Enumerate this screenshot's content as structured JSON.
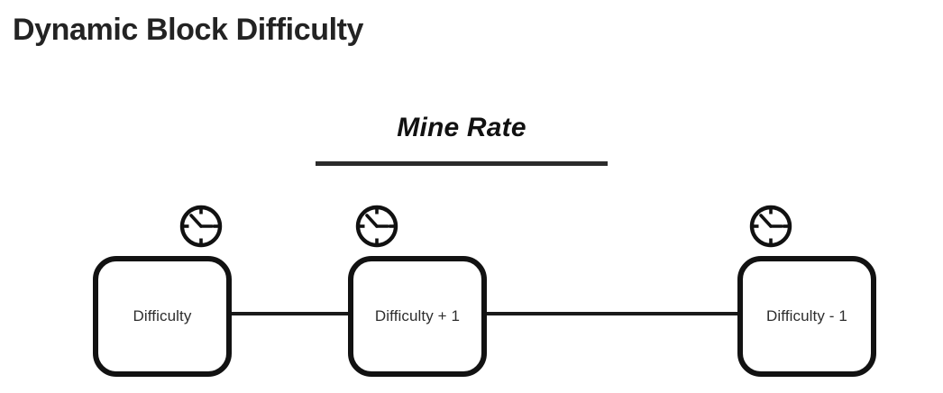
{
  "page": {
    "title": "Dynamic Block Difficulty",
    "background_color": "#ffffff",
    "text_color": "#232323",
    "stroke_color": "#121212"
  },
  "diagram": {
    "mine_rate": {
      "label": "Mine Rate",
      "has_underline": true,
      "underline_color": "#2b2b2b"
    },
    "blocks": [
      {
        "label": "Difficulty",
        "clock_icon": "clock-icon",
        "clock_position": "above-right"
      },
      {
        "label": "Difficulty + 1",
        "clock_icon": "clock-icon",
        "clock_position": "above-left"
      },
      {
        "label": "Difficulty - 1",
        "clock_icon": "clock-icon",
        "clock_position": "above-left"
      }
    ],
    "connectors": [
      {
        "from": "Difficulty",
        "to": "Difficulty + 1"
      },
      {
        "from": "Difficulty + 1",
        "to": "Difficulty - 1"
      }
    ]
  }
}
